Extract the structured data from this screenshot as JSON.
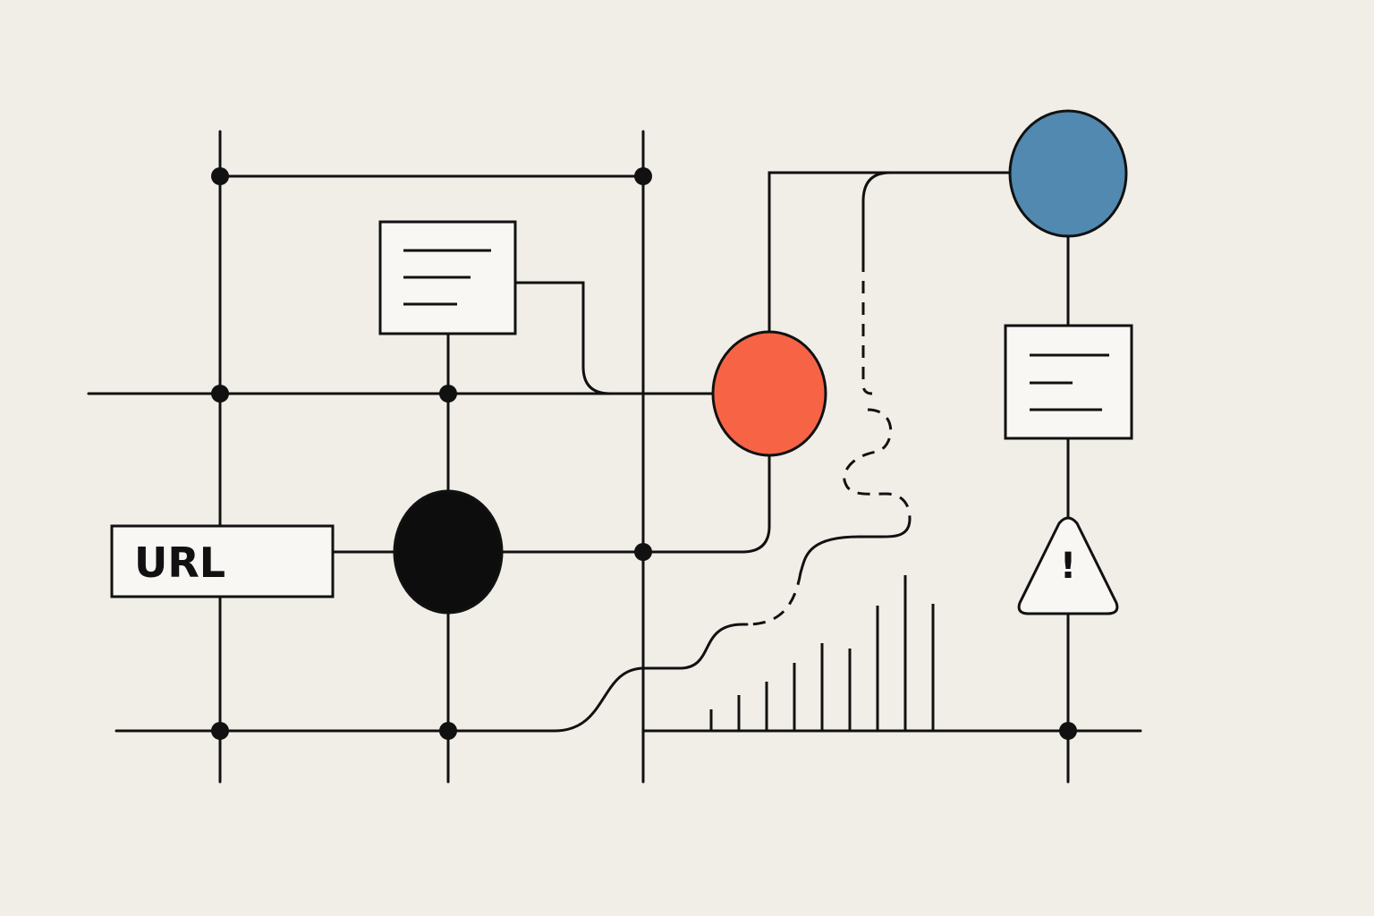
{
  "colors": {
    "background": "#f1eee8",
    "stroke": "#111111",
    "box_fill": "#f8f7f3",
    "node_black": "#0d0d0d",
    "node_orange": "#f76445",
    "node_blue": "#5189b0"
  },
  "url_box": {
    "label": "URL"
  },
  "warning": {
    "glyph": "!"
  },
  "bar_spikes": {
    "x": [
      795,
      826,
      857,
      888,
      919,
      950,
      981,
      1012,
      1043
    ],
    "heights": [
      24,
      40,
      55,
      76,
      98,
      92,
      140,
      174,
      142
    ]
  }
}
